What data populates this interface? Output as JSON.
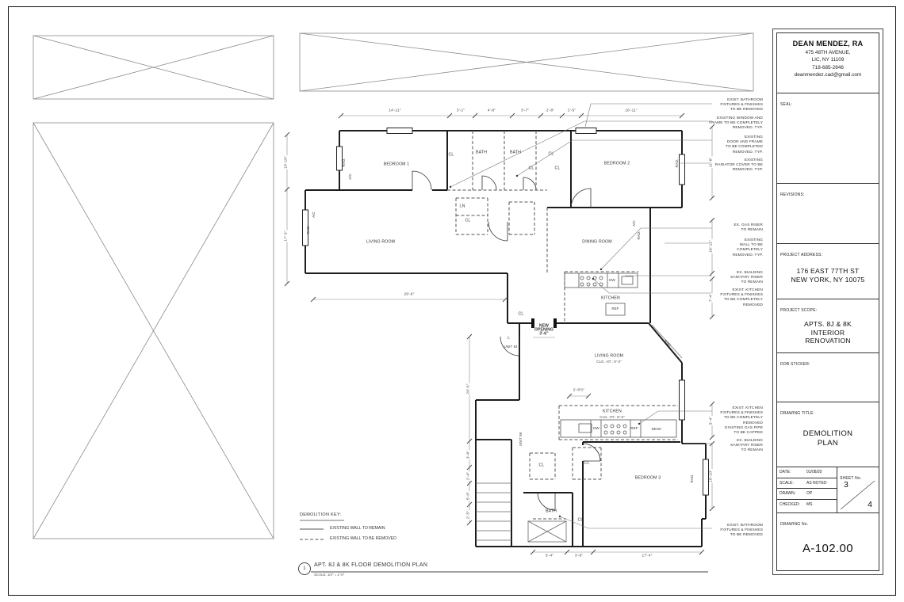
{
  "titleblock": {
    "architect_name": "DEAN MENDEZ, RA",
    "architect_address1": "475 48TH AVENUE,",
    "architect_address2": "LIC, NY 11109",
    "architect_phone": "718-685-2646",
    "architect_email": "deanmendez.cad@gmail.com",
    "seal_label": "SEAL:",
    "revisions_label": "REVISIONS:",
    "project_address_label": "PROJECT ADDRESS:",
    "project_address1": "176 EAST 77TH ST",
    "project_address2": "NEW YORK, NY 10075",
    "project_scope_label": "PROJECT SCOPE:",
    "project_scope1": "APTS. 8J & 8K",
    "project_scope2": "INTERIOR",
    "project_scope3": "RENOVATION",
    "dob_label": "DOB STICKER:",
    "drawing_title_label": "DRAWING TITLE:",
    "drawing_title1": "DEMOLITION",
    "drawing_title2": "PLAN",
    "date_label": "DATE:",
    "date_value": "01/08/20",
    "scale_label": "SCALE:",
    "scale_value": "AS NOTED",
    "drawn_label": "DRAWN:",
    "drawn_value": "OP",
    "checked_label": "CHECKED:",
    "checked_value": "MS",
    "sheet_label": "SHEET No.",
    "sheet_number": "3",
    "sheet_total": "4",
    "drawing_no_label": "DRAWING No.",
    "drawing_no": "A-102.00"
  },
  "caption": {
    "number": "1",
    "title": "APT. 8J & 8K FLOOR DEMOLITION PLAN",
    "scale": "SCALE: 1/4\" = 1'-0\""
  },
  "key": {
    "title": "DEMOLITION KEY:",
    "remain": "EXISTING WALL TO REMAIN",
    "removed": "EXISTING WALL TO BE REMOVED"
  },
  "rooms": {
    "bedroom1": "BEDROOM 1",
    "bedroom2": "BEDROOM 2",
    "bedroom3": "BEDROOM 3",
    "living_room": "LIVING ROOM",
    "living_room_clg": "CLG. HT.: 9'-3\"",
    "dining_room": "DINING ROOM",
    "kitchen": "KITCHEN",
    "kitchen_clg": "CLG. HT.: 8'-3\""
  },
  "labels": {
    "rad": "RAD.",
    "ac": "A/C",
    "dw": "DW",
    "ref": "REF",
    "desk": "DESK",
    "cl": "CL",
    "ln": "LN",
    "bath": "BATH"
  },
  "units": {
    "u8j": "UNIT 8J",
    "u8k": "UNIT 8K",
    "arrow": "△"
  },
  "new_opening": "NEW\nOPENING\n3'-6\"",
  "dims": {
    "top1": "14'-11\"",
    "top2": "3'-1\"",
    "top3": "4'-8\"",
    "top4": "3'-7\"",
    "top5": "2'-8\"",
    "top6": "2'-5\"",
    "top7": "16'-11\"",
    "left1": "10'-10\"",
    "left2": "17'-3\"",
    "living_width": "29'-6\"",
    "right1": "11'-6\"",
    "right2": "18'-11\"",
    "right3": "7'-4\"",
    "ll1": "20'-5\"",
    "ll2": "3'-6\"",
    "ll3": "2'-4\"",
    "ll4": "5'-0\"",
    "ll5": "2'-5\"",
    "kitchen_width": "2'-6½\"",
    "lr1": "9'-4\"",
    "lr2": "10'-10\"",
    "bottom1": "5'-4\"",
    "bottom2": "3'-8\"",
    "bottom3": "17'-4\""
  },
  "annotations": [
    "EXIST. BATHROOM\nFIXTURES & FINISHES\nTO BE REMOVED",
    "EXISTING WINDOW AND\nFRAME TO BE COMPLETELY\nREMOVED. TYP.",
    "EXISTING\nDOOR AND FRAME\nTO BE COMPLETED\nREMOVED. TYP.",
    "EXISTING\nRADIATOR COVER TO BE\nREMOVED. TYP.",
    "EX. GAS RISER\nTO REMAIN",
    "EXISTING\nWALL TO BE\nCOMPLETELY\nREMOVED. TYP.",
    "EX. BUILDING\nSANITARY RISER\nTO REMAIN",
    "EXIST. KITCHEN\nFIXTURES & FINISHES\nTO BE COMPLETELY\nREMOVED",
    "EXIST. KITCHEN\nFIXTURES & FINISHES\nTO BE COMPLETELY\nREMOVED\nEXISTING GAS PIPE\nTO BE CAPPED",
    "EX. BUILDING\nSANITARY RISER\nTO REMAIN",
    "EXIST. BATHROOM\nFIXTURES & FINISHES\nTO BE REMOVED"
  ]
}
